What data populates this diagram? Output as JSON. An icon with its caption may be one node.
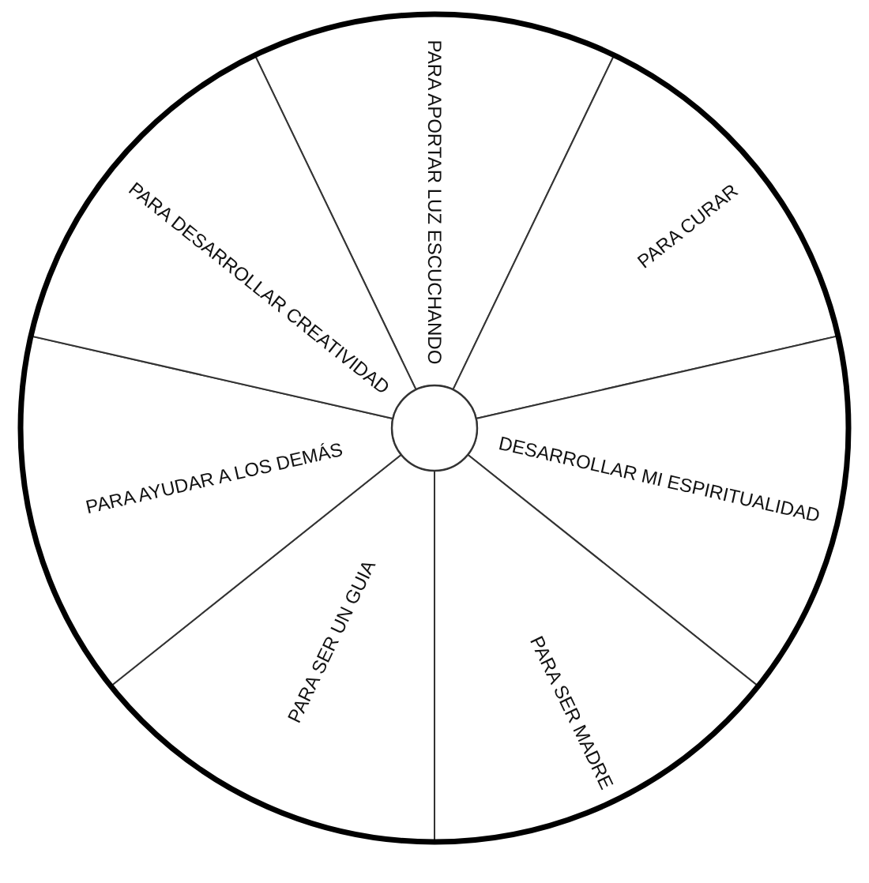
{
  "diagram": {
    "nodes": [
      {
        "text": [
          "PARA APORTAR LUZ ESCUCHANDO"
        ]
      },
      {
        "text": [
          "PARA CURAR"
        ]
      },
      {
        "text": [
          "DESARROLLAR MI ESPIRITUALIDAD"
        ]
      },
      {
        "text": [
          "PARA SER MADRE"
        ]
      },
      {
        "text": [
          "PARA SER UN GUIA"
        ]
      },
      {
        "text": [
          "PARA AYUDAR A LOS DEMÁS"
        ]
      },
      {
        "text": [
          "PARA DESARROLLAR CREATIVIDAD"
        ]
      }
    ]
  }
}
